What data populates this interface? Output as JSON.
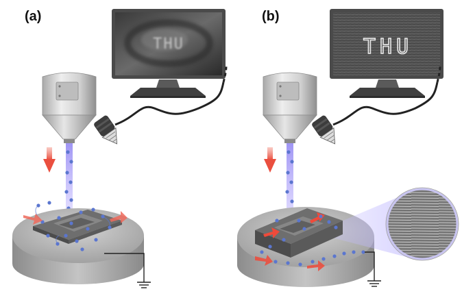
{
  "panels": [
    {
      "label": "(a)",
      "screen_text": "THU",
      "screen_state": "blurred"
    },
    {
      "label": "(b)",
      "screen_text": "THU",
      "screen_state": "sharp"
    }
  ],
  "colors": {
    "beam": "#6f63e0",
    "electron": "#5b76cf",
    "arrow": "#ef6a5c",
    "stage": "#9b9b9b",
    "monitor": "#3e3e3e"
  },
  "icons": [
    "sem-column-icon",
    "monitor-icon",
    "detector-icon",
    "ground-icon",
    "magnifier-inset-icon"
  ]
}
